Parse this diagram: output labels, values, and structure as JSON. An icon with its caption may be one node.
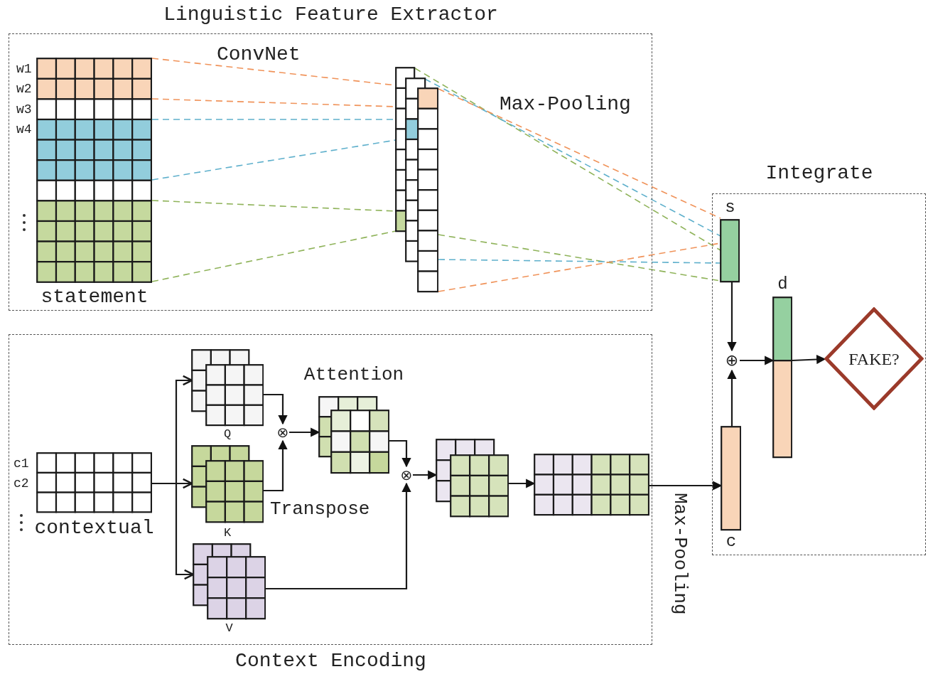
{
  "diagram": {
    "nodes": [
      {
        "text": [
          "Linguistic Feature Extractor"
        ]
      },
      {
        "text": [
          "statement"
        ],
        "in": 0,
        "beside": [
          "w1",
          "w2",
          "w3",
          "w4"
        ]
      },
      {
        "text": [],
        "shape": "box",
        "in": 0
      },
      {
        "text": [
          "Context Encoding"
        ]
      },
      {
        "text": [
          "contextual"
        ],
        "in": 3,
        "beside": [
          "c1",
          "c2"
        ]
      },
      {
        "text": [
          "Q"
        ],
        "in": 3
      },
      {
        "text": [
          "K"
        ],
        "in": 3
      },
      {
        "text": [
          "V"
        ],
        "in": 3
      },
      {
        "text": [
          "⊗"
        ],
        "in": 3
      },
      {
        "text": [
          "Attention"
        ],
        "in": 3
      },
      {
        "text": [
          "⊗"
        ],
        "in": 3
      },
      {
        "text": [],
        "shape": "box",
        "in": 3
      },
      {
        "text": [],
        "shape": "box",
        "in": 3
      },
      {
        "text": [
          "Integrate"
        ]
      },
      {
        "text": [
          "s"
        ],
        "in": 13
      },
      {
        "text": [
          "c"
        ],
        "in": 13
      },
      {
        "text": [
          "⊕"
        ],
        "in": 13
      },
      {
        "text": [
          "d"
        ],
        "in": 13
      },
      {
        "text": [
          "FAKE?"
        ],
        "in": 13
      }
    ],
    "edges": [
      {
        "from": 4,
        "to": 5,
        "arrow": "to"
      },
      {
        "from": 4,
        "to": 6,
        "arrow": "to"
      },
      {
        "from": 4,
        "to": 7,
        "arrow": "to"
      },
      {
        "from": 5,
        "to": 8,
        "arrow": "to"
      },
      {
        "from": 6,
        "to": 8,
        "arrow": "to"
      },
      {
        "from": 8,
        "to": 9,
        "arrow": "to"
      },
      {
        "from": 9,
        "to": 10,
        "arrow": "to"
      },
      {
        "from": 7,
        "to": 10,
        "arrow": "to"
      },
      {
        "from": 10,
        "to": 11,
        "arrow": "to"
      },
      {
        "from": 11,
        "to": 12,
        "arrow": "to"
      },
      {
        "from": 12,
        "to": 15,
        "arrow": "to",
        "label": "Max-Pooling"
      },
      {
        "from": 14,
        "to": 16,
        "arrow": "to"
      },
      {
        "from": 15,
        "to": 16,
        "arrow": "to"
      },
      {
        "from": 16,
        "to": 17,
        "arrow": "to"
      },
      {
        "from": 17,
        "to": 18,
        "arrow": "to"
      },
      {
        "from": 1,
        "to": 2,
        "arrow": "none",
        "style": "dashed",
        "color": "#f0935a"
      },
      {
        "from": 1,
        "to": 2,
        "arrow": "none",
        "style": "dashed",
        "color": "#f0935a"
      },
      {
        "from": 1,
        "to": 2,
        "arrow": "none",
        "style": "dashed",
        "color": "#5fb0cc"
      },
      {
        "from": 1,
        "to": 2,
        "arrow": "none",
        "style": "dashed",
        "color": "#5fb0cc"
      },
      {
        "from": 1,
        "to": 2,
        "arrow": "none",
        "style": "dashed",
        "color": "#8fb35a"
      },
      {
        "from": 1,
        "to": 2,
        "arrow": "none",
        "style": "dashed",
        "color": "#8fb35a"
      },
      {
        "from": 2,
        "to": 14,
        "arrow": "none",
        "style": "dashed",
        "color": "#8fb35a"
      },
      {
        "from": 2,
        "to": 14,
        "arrow": "none",
        "style": "dashed",
        "color": "#5fb0cc"
      },
      {
        "from": 2,
        "to": 14,
        "arrow": "none",
        "style": "dashed",
        "color": "#f0935a"
      },
      {
        "from": 2,
        "to": 14,
        "arrow": "none",
        "style": "dashed",
        "color": "#8fb35a"
      },
      {
        "from": 2,
        "to": 14,
        "arrow": "none",
        "style": "dashed",
        "color": "#5fb0cc"
      },
      {
        "from": 2,
        "to": 14,
        "arrow": "none",
        "style": "dashed",
        "color": "#f0935a"
      }
    ],
    "labels": [
      "ConvNet",
      "Max-Pooling",
      "Transpose"
    ]
  }
}
